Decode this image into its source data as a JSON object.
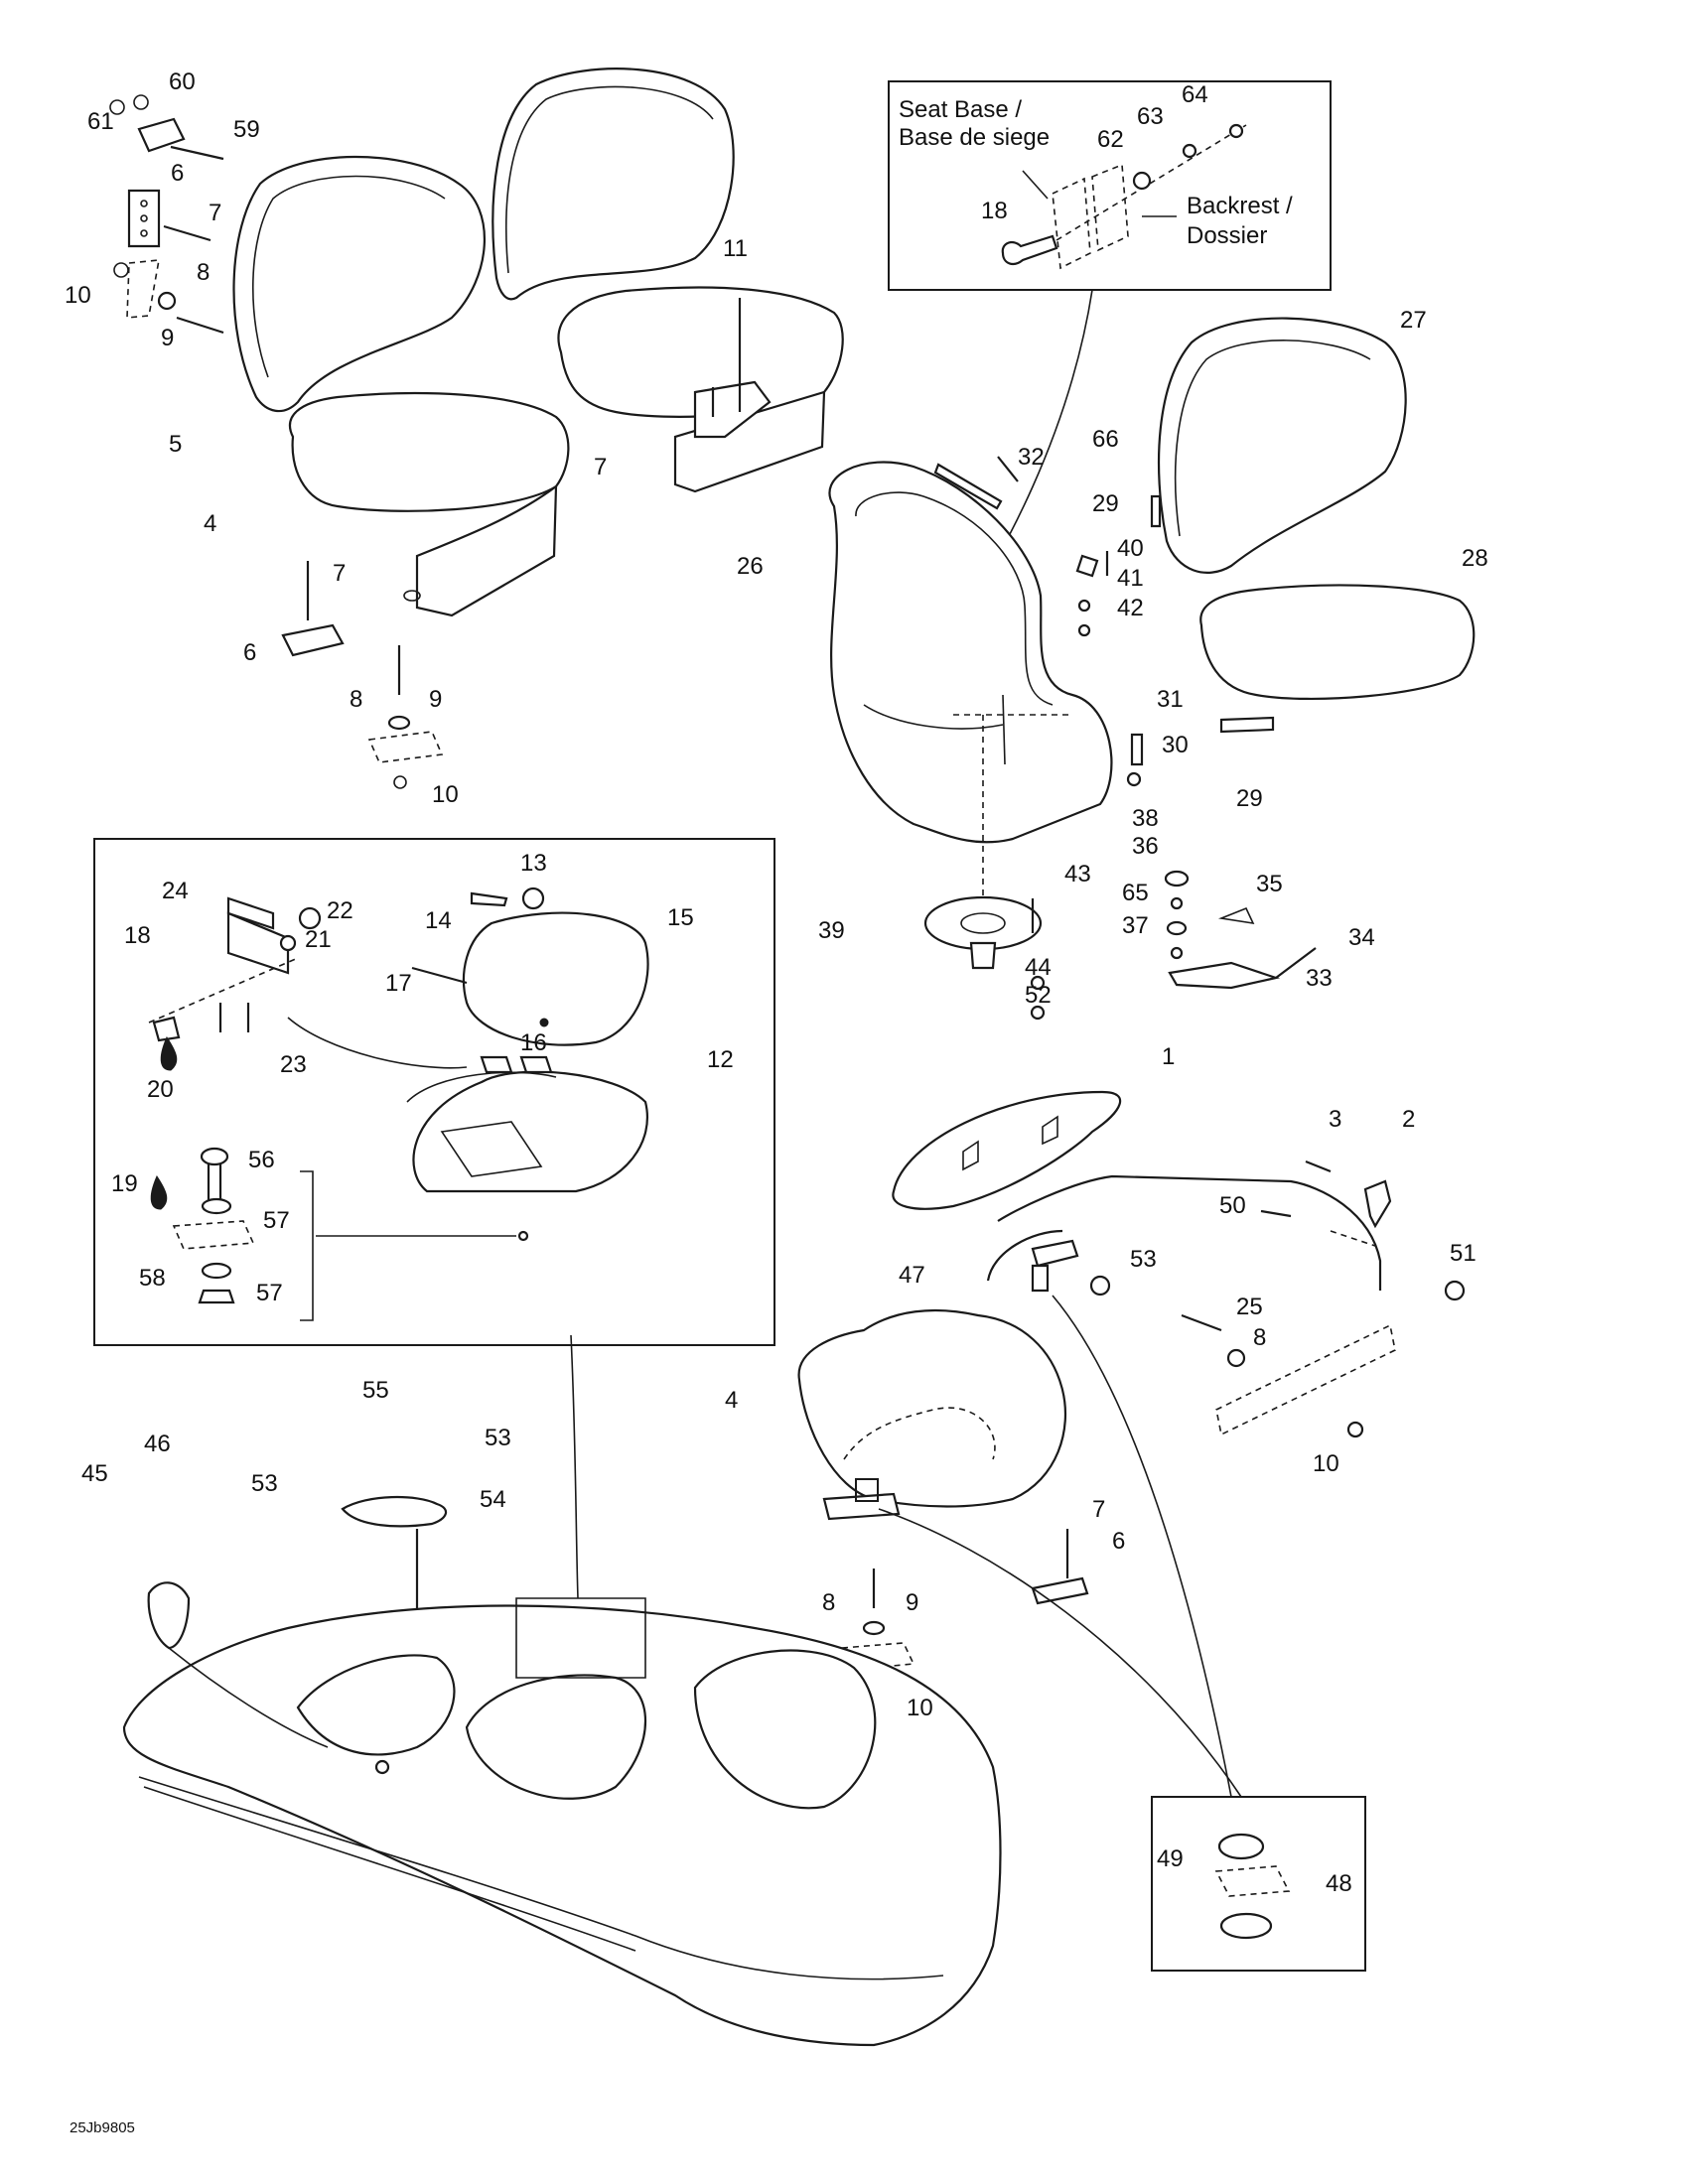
{
  "drawing_code": "25Jb9805",
  "inset_labels": {
    "seat_base": "Seat Base /",
    "seat_base_fr": "Base de siege",
    "backrest": "Backrest /",
    "backrest_fr": "Dossier"
  },
  "callouts": [
    "1",
    "2",
    "3",
    "4",
    "5",
    "6",
    "7",
    "8",
    "9",
    "10",
    "11",
    "12",
    "13",
    "14",
    "15",
    "16",
    "17",
    "18",
    "19",
    "20",
    "21",
    "22",
    "23",
    "24",
    "25",
    "26",
    "27",
    "28",
    "29",
    "30",
    "31",
    "32",
    "33",
    "34",
    "35",
    "36",
    "37",
    "38",
    "39",
    "40",
    "41",
    "42",
    "43",
    "44",
    "45",
    "46",
    "47",
    "48",
    "49",
    "50",
    "51",
    "52",
    "53",
    "54",
    "55",
    "56",
    "57",
    "58",
    "59",
    "60",
    "61",
    "62",
    "63",
    "64",
    "65",
    "66"
  ]
}
